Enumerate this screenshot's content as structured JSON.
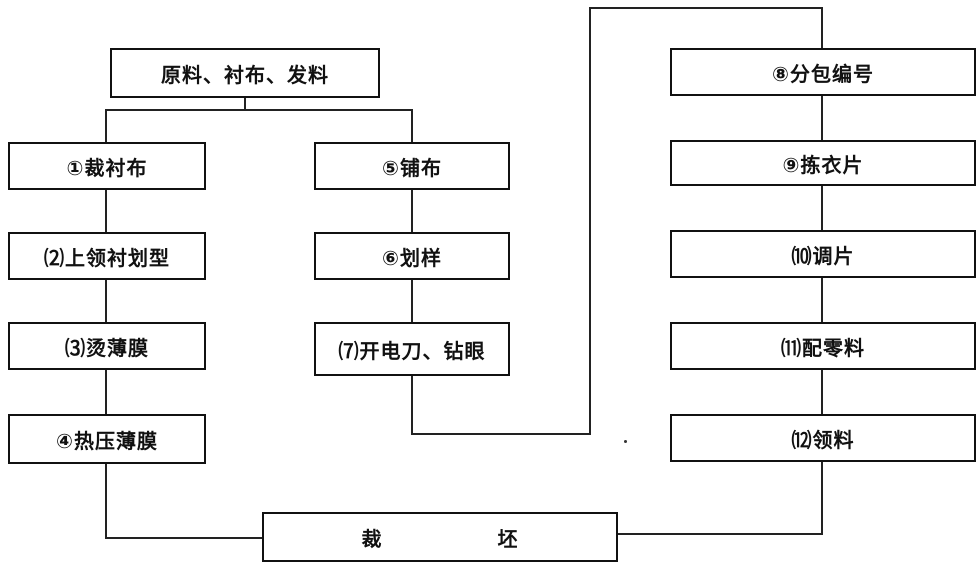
{
  "diagram": {
    "top": "原料、衬布、发料",
    "left_column": [
      "①裁衬布",
      "⑵上领衬划型",
      "⑶烫薄膜",
      "④热压薄膜"
    ],
    "middle_column": [
      "⑤铺布",
      "⑥划样",
      "⑺开电刀、钻眼"
    ],
    "right_column": [
      "⑧分包编号",
      "⑨拣衣片",
      "⑽调片",
      "⑾配零料",
      "⑿领料"
    ],
    "bottom": [
      "裁",
      "坯"
    ]
  }
}
